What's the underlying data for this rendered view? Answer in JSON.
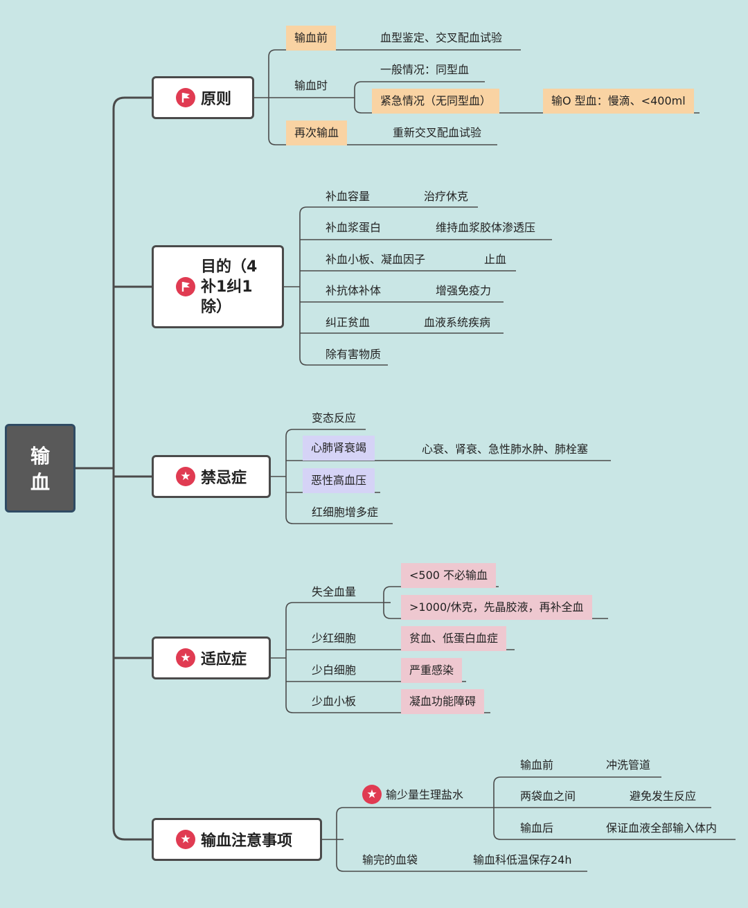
{
  "root": {
    "line1": "输",
    "line2": "血"
  },
  "principle": {
    "title": "原则",
    "before_label": "输血前",
    "before_value": "血型鉴定、交叉配血试验",
    "during_label": "输血时",
    "normal_label": "一般情况：同型血",
    "emergency_label": "紧急情况（无同型血）",
    "emergency_value": "输O 型血：慢滴、<400ml",
    "again_label": "再次输血",
    "again_value": "重新交叉配血试验"
  },
  "purpose": {
    "title": "目的（4补1纠1除）",
    "title_lines": [
      "目的（4",
      "补1纠1",
      "除）"
    ],
    "items": [
      {
        "label": "补血容量",
        "value": "治疗休克"
      },
      {
        "label": "补血浆蛋白",
        "value": "维持血浆胶体渗透压"
      },
      {
        "label": "补血小板、凝血因子",
        "value": "止血"
      },
      {
        "label": "补抗体补体",
        "value": "增强免疫力"
      },
      {
        "label": "纠正贫血",
        "value": "血液系统疾病"
      },
      {
        "label": "除有害物质",
        "value": ""
      }
    ]
  },
  "contraindication": {
    "title": "禁忌症",
    "items": [
      "变态反应",
      "心肺肾衰竭",
      "恶性高血压",
      "红细胞增多症"
    ],
    "detail": "心衰、肾衰、急性肺水肿、肺栓塞"
  },
  "indication": {
    "title": "适应症",
    "blood_loss": "失全血量",
    "loss_small": "<500 不必输血",
    "loss_large": ">1000/休克，先晶胶液，再补全血",
    "items": [
      {
        "label": "少红细胞",
        "value": "贫血、低蛋白血症"
      },
      {
        "label": "少白细胞",
        "value": "严重感染"
      },
      {
        "label": "少血小板",
        "value": "凝血功能障碍"
      }
    ]
  },
  "notes": {
    "title": "输血注意事项",
    "saline": "输少量生理盐水",
    "saline_items": [
      {
        "label": "输血前",
        "value": "冲洗管道"
      },
      {
        "label": "两袋血之间",
        "value": "避免发生反应"
      },
      {
        "label": "输血后",
        "value": "保证血液全部输入体内"
      }
    ],
    "bag_label": "输完的血袋",
    "bag_value": "输血科低温保存24h"
  },
  "colors": {
    "background": "#c9e6e5",
    "line": "#4a4a4a",
    "icon": "#e03b52",
    "orange": "#f9d3a3",
    "purple": "#d5d3f6",
    "pink": "#eec8d0"
  },
  "icons": {
    "principle": "flag-icon",
    "purpose": "flag-icon",
    "contraindication": "star-icon",
    "indication": "star-icon",
    "notes": "star-icon"
  }
}
